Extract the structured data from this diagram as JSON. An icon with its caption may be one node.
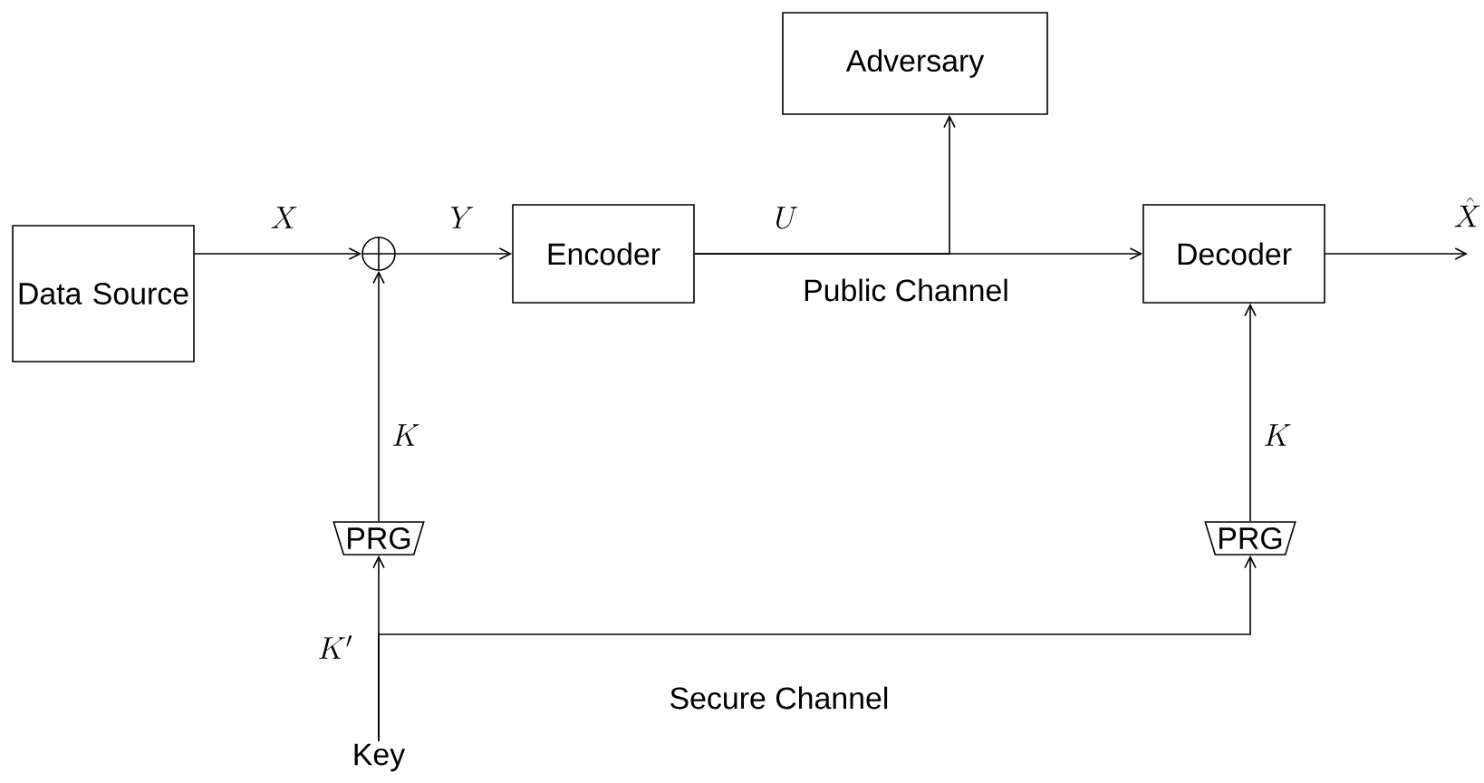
{
  "diagram": {
    "nodes": [
      {
        "text": [
          "Data Source"
        ]
      },
      {
        "text": [],
        "shape": "circle"
      },
      {
        "text": [
          "Encoder"
        ]
      },
      {
        "text": [
          "Adversary"
        ]
      },
      {
        "text": [
          "Decoder"
        ]
      },
      {
        "text": [
          "PRG"
        ]
      },
      {
        "text": [
          "PRG"
        ]
      },
      {
        "text": [
          "Key"
        ]
      }
    ],
    "edges": [
      {
        "from": 0,
        "to": 1,
        "arrow": "to",
        "label": "X"
      },
      {
        "from": 1,
        "to": 2,
        "arrow": "to",
        "label": "Y"
      },
      {
        "from": 2,
        "to": 4,
        "arrow": "to",
        "label": "U"
      },
      {
        "from": 2,
        "to": 3,
        "arrow": "to"
      },
      {
        "from": 4,
        "to": null,
        "arrow": "to",
        "label": "\\hat{X}"
      },
      {
        "from": 5,
        "to": 1,
        "arrow": "to",
        "label": "K"
      },
      {
        "from": 6,
        "to": 4,
        "arrow": "to",
        "label": "K"
      },
      {
        "from": 7,
        "to": 5,
        "arrow": "to",
        "label": "K'"
      },
      {
        "from": 7,
        "to": 6,
        "arrow": "to"
      }
    ],
    "labels": [
      "Public Channel",
      "Secure Channel"
    ]
  }
}
